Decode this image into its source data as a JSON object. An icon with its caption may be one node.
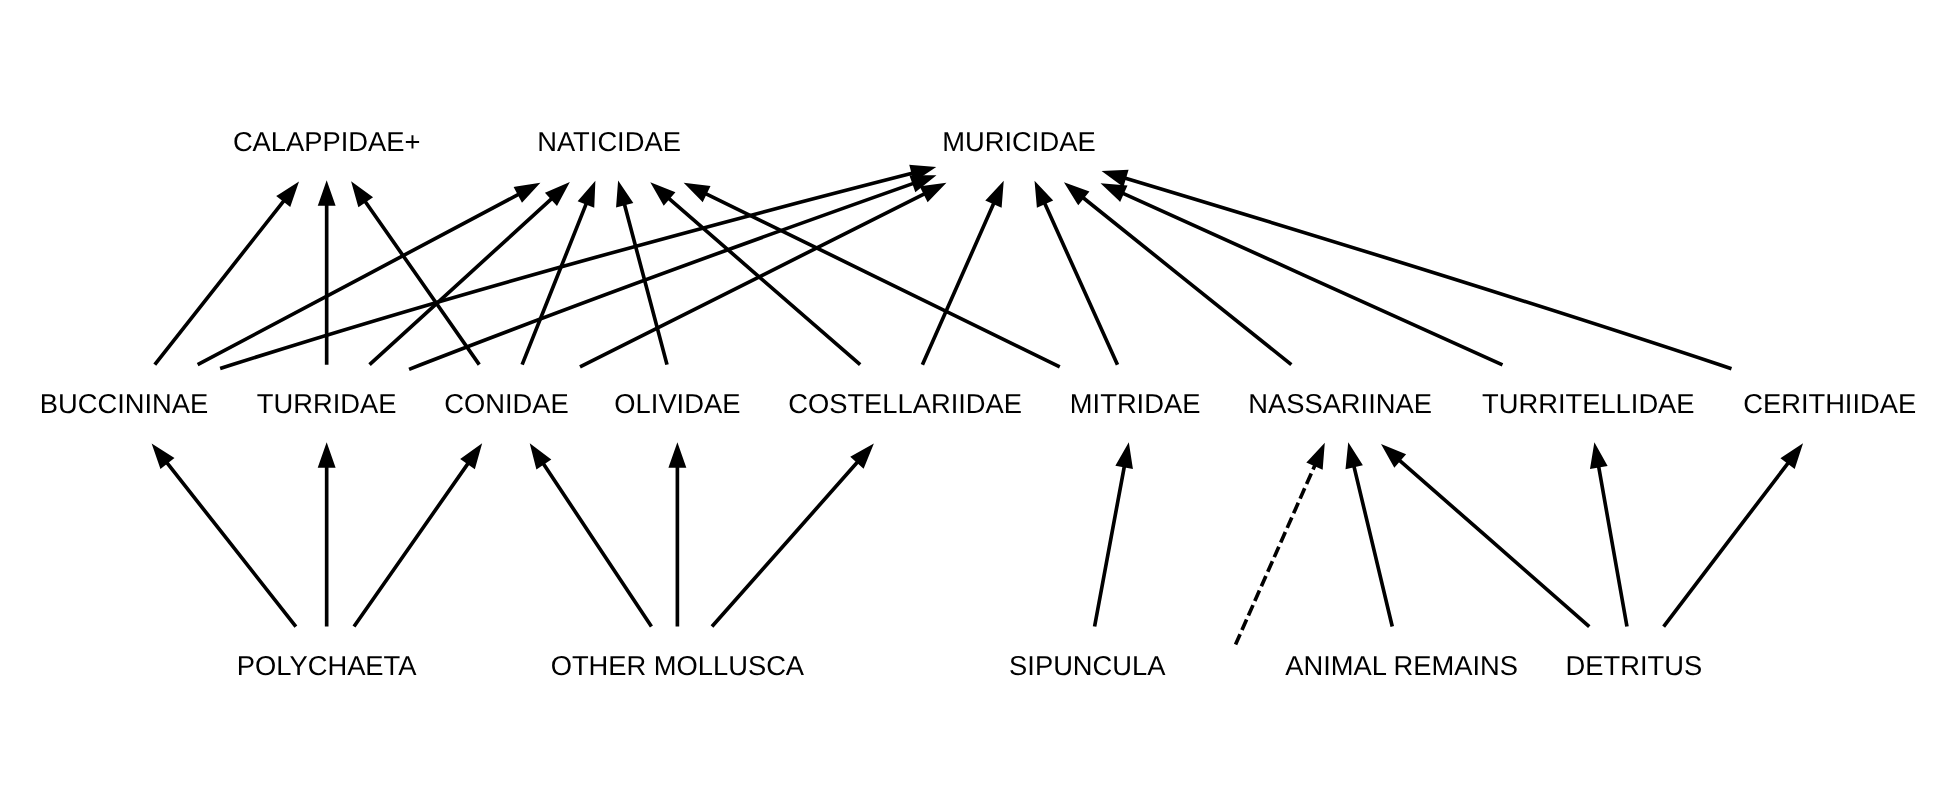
{
  "diagram": {
    "nodes": [
      {
        "text": [
          "CALAPPIDAE+"
        ]
      },
      {
        "text": [
          "NATICIDAE"
        ]
      },
      {
        "text": [
          "MURICIDAE"
        ]
      },
      {
        "text": [
          "BUCCININAE"
        ]
      },
      {
        "text": [
          "TURRIDAE"
        ]
      },
      {
        "text": [
          "CONIDAE"
        ]
      },
      {
        "text": [
          "OLIVIDAE"
        ]
      },
      {
        "text": [
          "COSTELLARIIDAE"
        ]
      },
      {
        "text": [
          "MITRIDAE"
        ]
      },
      {
        "text": [
          "NASSARIINAE"
        ]
      },
      {
        "text": [
          "CERITHIIDAE"
        ]
      },
      {
        "text": [
          "TURRITELLIDAE"
        ]
      },
      {
        "text": [
          "POLYCHAETA"
        ]
      },
      {
        "text": [
          "OTHER MOLLUSCA"
        ]
      },
      {
        "text": [
          "SIPUNCULA"
        ]
      },
      {
        "text": [
          "ANIMAL REMAINS"
        ]
      },
      {
        "text": [
          "DETRITUS"
        ]
      }
    ],
    "edges": [
      {
        "from": 3,
        "to": 0,
        "arrow": "to"
      },
      {
        "from": 4,
        "to": 0,
        "arrow": "to"
      },
      {
        "from": 5,
        "to": 0,
        "arrow": "to"
      },
      {
        "from": 3,
        "to": 1,
        "arrow": "to"
      },
      {
        "from": 4,
        "to": 1,
        "arrow": "to"
      },
      {
        "from": 5,
        "to": 1,
        "arrow": "to"
      },
      {
        "from": 6,
        "to": 1,
        "arrow": "to"
      },
      {
        "from": 7,
        "to": 1,
        "arrow": "to"
      },
      {
        "from": 8,
        "to": 1,
        "arrow": "to"
      },
      {
        "from": 3,
        "to": 2,
        "arrow": "to"
      },
      {
        "from": 4,
        "to": 2,
        "arrow": "to"
      },
      {
        "from": 5,
        "to": 2,
        "arrow": "to"
      },
      {
        "from": 7,
        "to": 2,
        "arrow": "to"
      },
      {
        "from": 8,
        "to": 2,
        "arrow": "to"
      },
      {
        "from": 9,
        "to": 2,
        "arrow": "to"
      },
      {
        "from": 10,
        "to": 2,
        "arrow": "to"
      },
      {
        "from": 11,
        "to": 2,
        "arrow": "to"
      },
      {
        "from": 12,
        "to": 3,
        "arrow": "to"
      },
      {
        "from": 12,
        "to": 4,
        "arrow": "to"
      },
      {
        "from": 12,
        "to": 5,
        "arrow": "to"
      },
      {
        "from": 13,
        "to": 5,
        "arrow": "to"
      },
      {
        "from": 13,
        "to": 6,
        "arrow": "to"
      },
      {
        "from": 13,
        "to": 7,
        "arrow": "to"
      },
      {
        "from": 14,
        "to": 8,
        "arrow": "to"
      },
      {
        "from": null,
        "to": 9,
        "arrow": "to",
        "style": "dashed"
      },
      {
        "from": 15,
        "to": 9,
        "arrow": "to"
      },
      {
        "from": 16,
        "to": 9,
        "arrow": "to"
      },
      {
        "from": 16,
        "to": 10,
        "arrow": "to"
      },
      {
        "from": 16,
        "to": 11,
        "arrow": "to"
      }
    ]
  }
}
